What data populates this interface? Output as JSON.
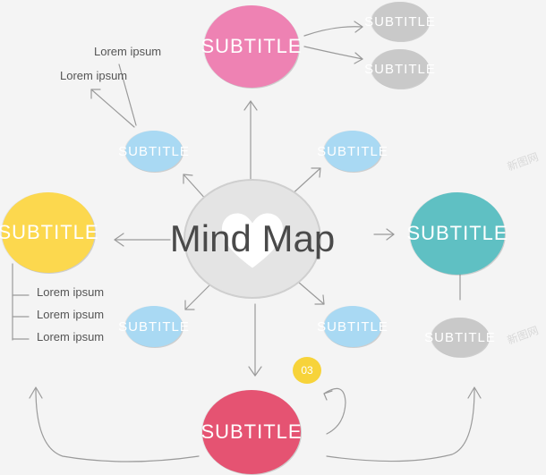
{
  "center": {
    "title": "Mind Map"
  },
  "nodes": {
    "top_main": "SUBTITLE",
    "top_right_1": "SUBTITLE",
    "top_right_2": "SUBTITLE",
    "left_main": "SUBTITLE",
    "right_main": "SUBTITLE",
    "right_small": "SUBTITLE",
    "bottom_main": "SUBTITLE",
    "inner_upper_left": "SUBTITLE",
    "inner_upper_right": "SUBTITLE",
    "inner_lower_left": "SUBTITLE",
    "inner_lower_right": "SUBTITLE"
  },
  "notes": {
    "top_1": "Lorem ipsum",
    "top_2": "Lorem ipsum",
    "left_1": "Lorem ipsum",
    "left_2": "Lorem ipsum",
    "left_3": "Lorem ipsum"
  },
  "badge": "03",
  "watermark": "新图网",
  "colors": {
    "pink": "#ee82b3",
    "yellow": "#fcd84e",
    "teal": "#5fc0c3",
    "red": "#e55372",
    "light_blue": "#a9d9f3",
    "grey": "#c9c9c9",
    "badge": "#f7d33a",
    "line": "#9a9a9a"
  }
}
